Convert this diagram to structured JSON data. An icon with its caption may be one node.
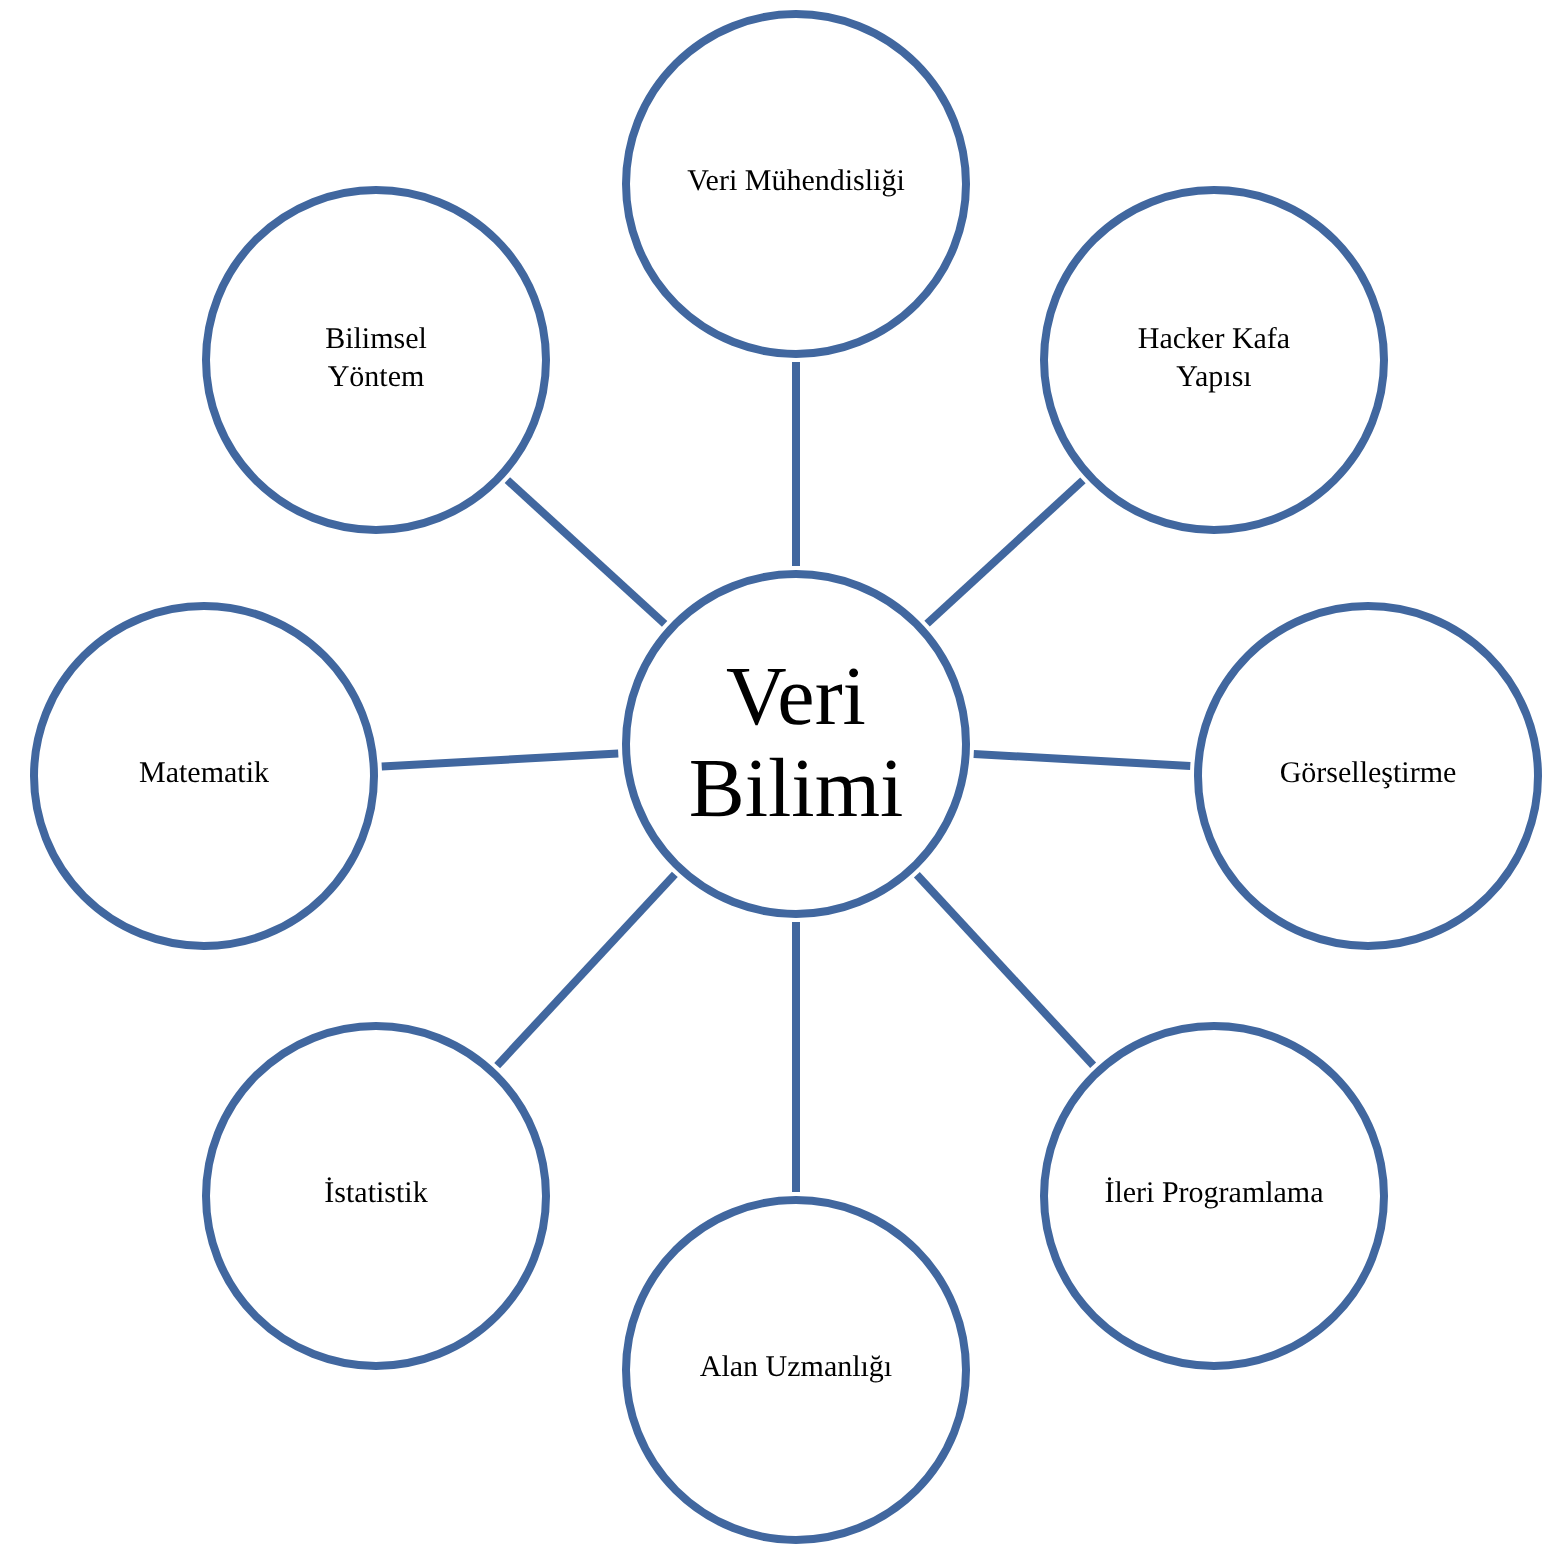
{
  "diagram": {
    "nodes": [
      {
        "text": [
          "Veri Mühendisliği"
        ]
      },
      {
        "text": [
          "Bilimsel Yöntem"
        ]
      },
      {
        "text": [
          "Hacker Kafa Yapısı"
        ]
      },
      {
        "text": [
          "Matematik"
        ]
      },
      {
        "text": [
          "Veri Bilimi"
        ]
      },
      {
        "text": [
          "Görselleştirme"
        ]
      },
      {
        "text": [
          "İstatistik"
        ]
      },
      {
        "text": [
          "İleri Programlama"
        ]
      },
      {
        "text": [
          "Alan Uzmanlığı"
        ]
      }
    ],
    "edges": [
      {
        "from": 4,
        "to": 0,
        "arrow": "none"
      },
      {
        "from": 4,
        "to": 1,
        "arrow": "none"
      },
      {
        "from": 4,
        "to": 2,
        "arrow": "none"
      },
      {
        "from": 4,
        "to": 3,
        "arrow": "none"
      },
      {
        "from": 4,
        "to": 5,
        "arrow": "none"
      },
      {
        "from": 4,
        "to": 6,
        "arrow": "none"
      },
      {
        "from": 4,
        "to": 7,
        "arrow": "none"
      },
      {
        "from": 4,
        "to": 8,
        "arrow": "none"
      }
    ]
  }
}
